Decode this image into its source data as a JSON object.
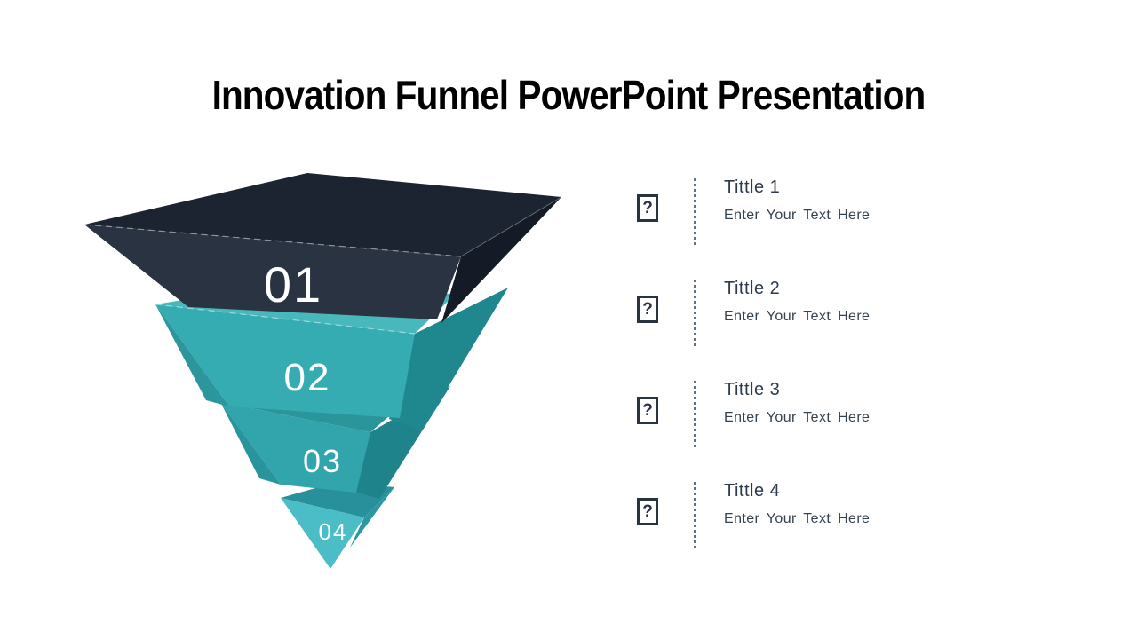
{
  "title": "Innovation Funnel PowerPoint Presentation",
  "funnel": {
    "layers": [
      {
        "number": "01",
        "front_color": "#2a3342",
        "top_color": "#1c2431",
        "side_color": "#141a26"
      },
      {
        "number": "02",
        "front_color": "#35acb1",
        "top_color": "#49b8bc",
        "side_color": "#1f878e",
        "shade_color": "#2b969c"
      },
      {
        "number": "03",
        "front_color": "#32a4ab",
        "top_color": "#2b959c",
        "side_color": "#1f838c",
        "shade_color": "#2a949c"
      },
      {
        "number": "04",
        "front_color": "#4bbdc7",
        "top_color": "#28909a",
        "side_color": "#2b97a1"
      }
    ]
  },
  "list": {
    "icon_glyph": "?",
    "items": [
      {
        "title": "Tittle 1",
        "subtitle": "Enter Your Text Here",
        "icon": "missing-image-placeholder"
      },
      {
        "title": "Tittle 2",
        "subtitle": "Enter Your Text Here",
        "icon": "missing-image-placeholder"
      },
      {
        "title": "Tittle 3",
        "subtitle": "Enter Your Text Here",
        "icon": "missing-image-placeholder"
      },
      {
        "title": "Tittle 4",
        "subtitle": "Enter Your Text Here",
        "icon": "missing-image-placeholder"
      }
    ]
  },
  "colors": {
    "background": "#ffffff",
    "title_text": "#000000",
    "item_title_text": "#2e3b4d",
    "item_subtitle_text": "#36434f",
    "divider_dots": "#5f7183",
    "icon_border": "#2a3342"
  }
}
